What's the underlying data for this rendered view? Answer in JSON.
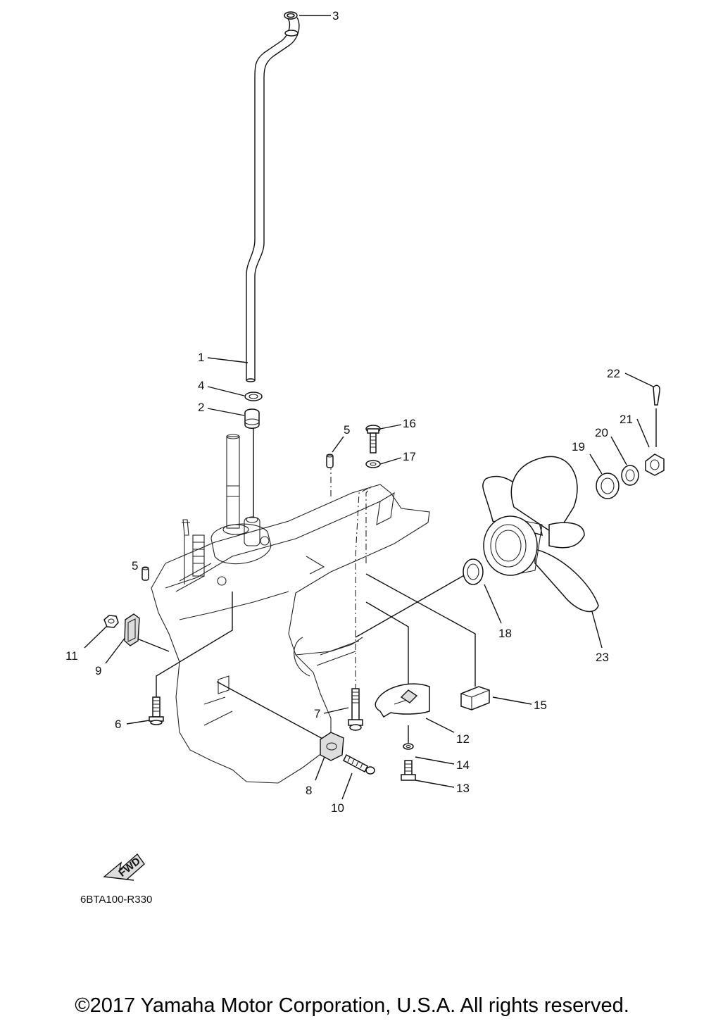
{
  "callouts": {
    "c1": "1",
    "c2": "2",
    "c3": "3",
    "c4": "4",
    "c5a": "5",
    "c5b": "5",
    "c6": "6",
    "c7": "7",
    "c8": "8",
    "c9": "9",
    "c10": "10",
    "c11": "11",
    "c12": "12",
    "c13": "13",
    "c14": "14",
    "c15": "15",
    "c16": "16",
    "c17": "17",
    "c18": "18",
    "c19": "19",
    "c20": "20",
    "c21": "21",
    "c22": "22",
    "c23": "23"
  },
  "fwd_label": "FWD",
  "diagram_code": "6BTA100-R330",
  "copyright": "©2017 Yamaha Motor Corporation, U.S.A. All rights reserved."
}
